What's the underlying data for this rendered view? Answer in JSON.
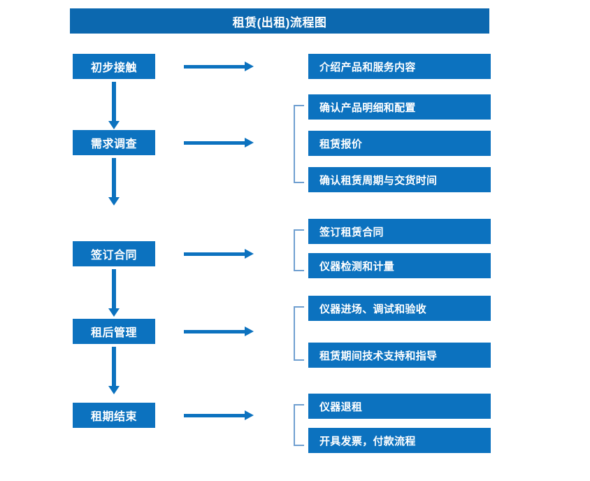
{
  "title": "租赁(出租)流程图",
  "colors": {
    "title_bar": "#0C68AF",
    "box_fill": "#0C72BF",
    "box_text": "#FFFFFF",
    "arrow": "#0C72BF",
    "bracket": "#6F9FD0",
    "background": "#FFFFFF"
  },
  "stages": [
    {
      "label": "初步接触",
      "details": [
        "介绍产品和服务内容"
      ]
    },
    {
      "label": "需求调查",
      "details": [
        "确认产品明细和配置",
        "租赁报价",
        "确认租赁周期与交货时间"
      ]
    },
    {
      "label": "签订合同",
      "details": [
        "签订租赁合同",
        "仪器检测和计量"
      ]
    },
    {
      "label": "租后管理",
      "details": [
        "仪器进场、调试和验收",
        "租赁期间技术支持和指导"
      ]
    },
    {
      "label": "租期结束",
      "details": [
        "仪器退租",
        "开具发票，付款流程"
      ]
    }
  ],
  "icons": {
    "arrow_right": "arrow-right-icon",
    "arrow_down": "arrow-down-icon",
    "bracket": "bracket-icon"
  }
}
